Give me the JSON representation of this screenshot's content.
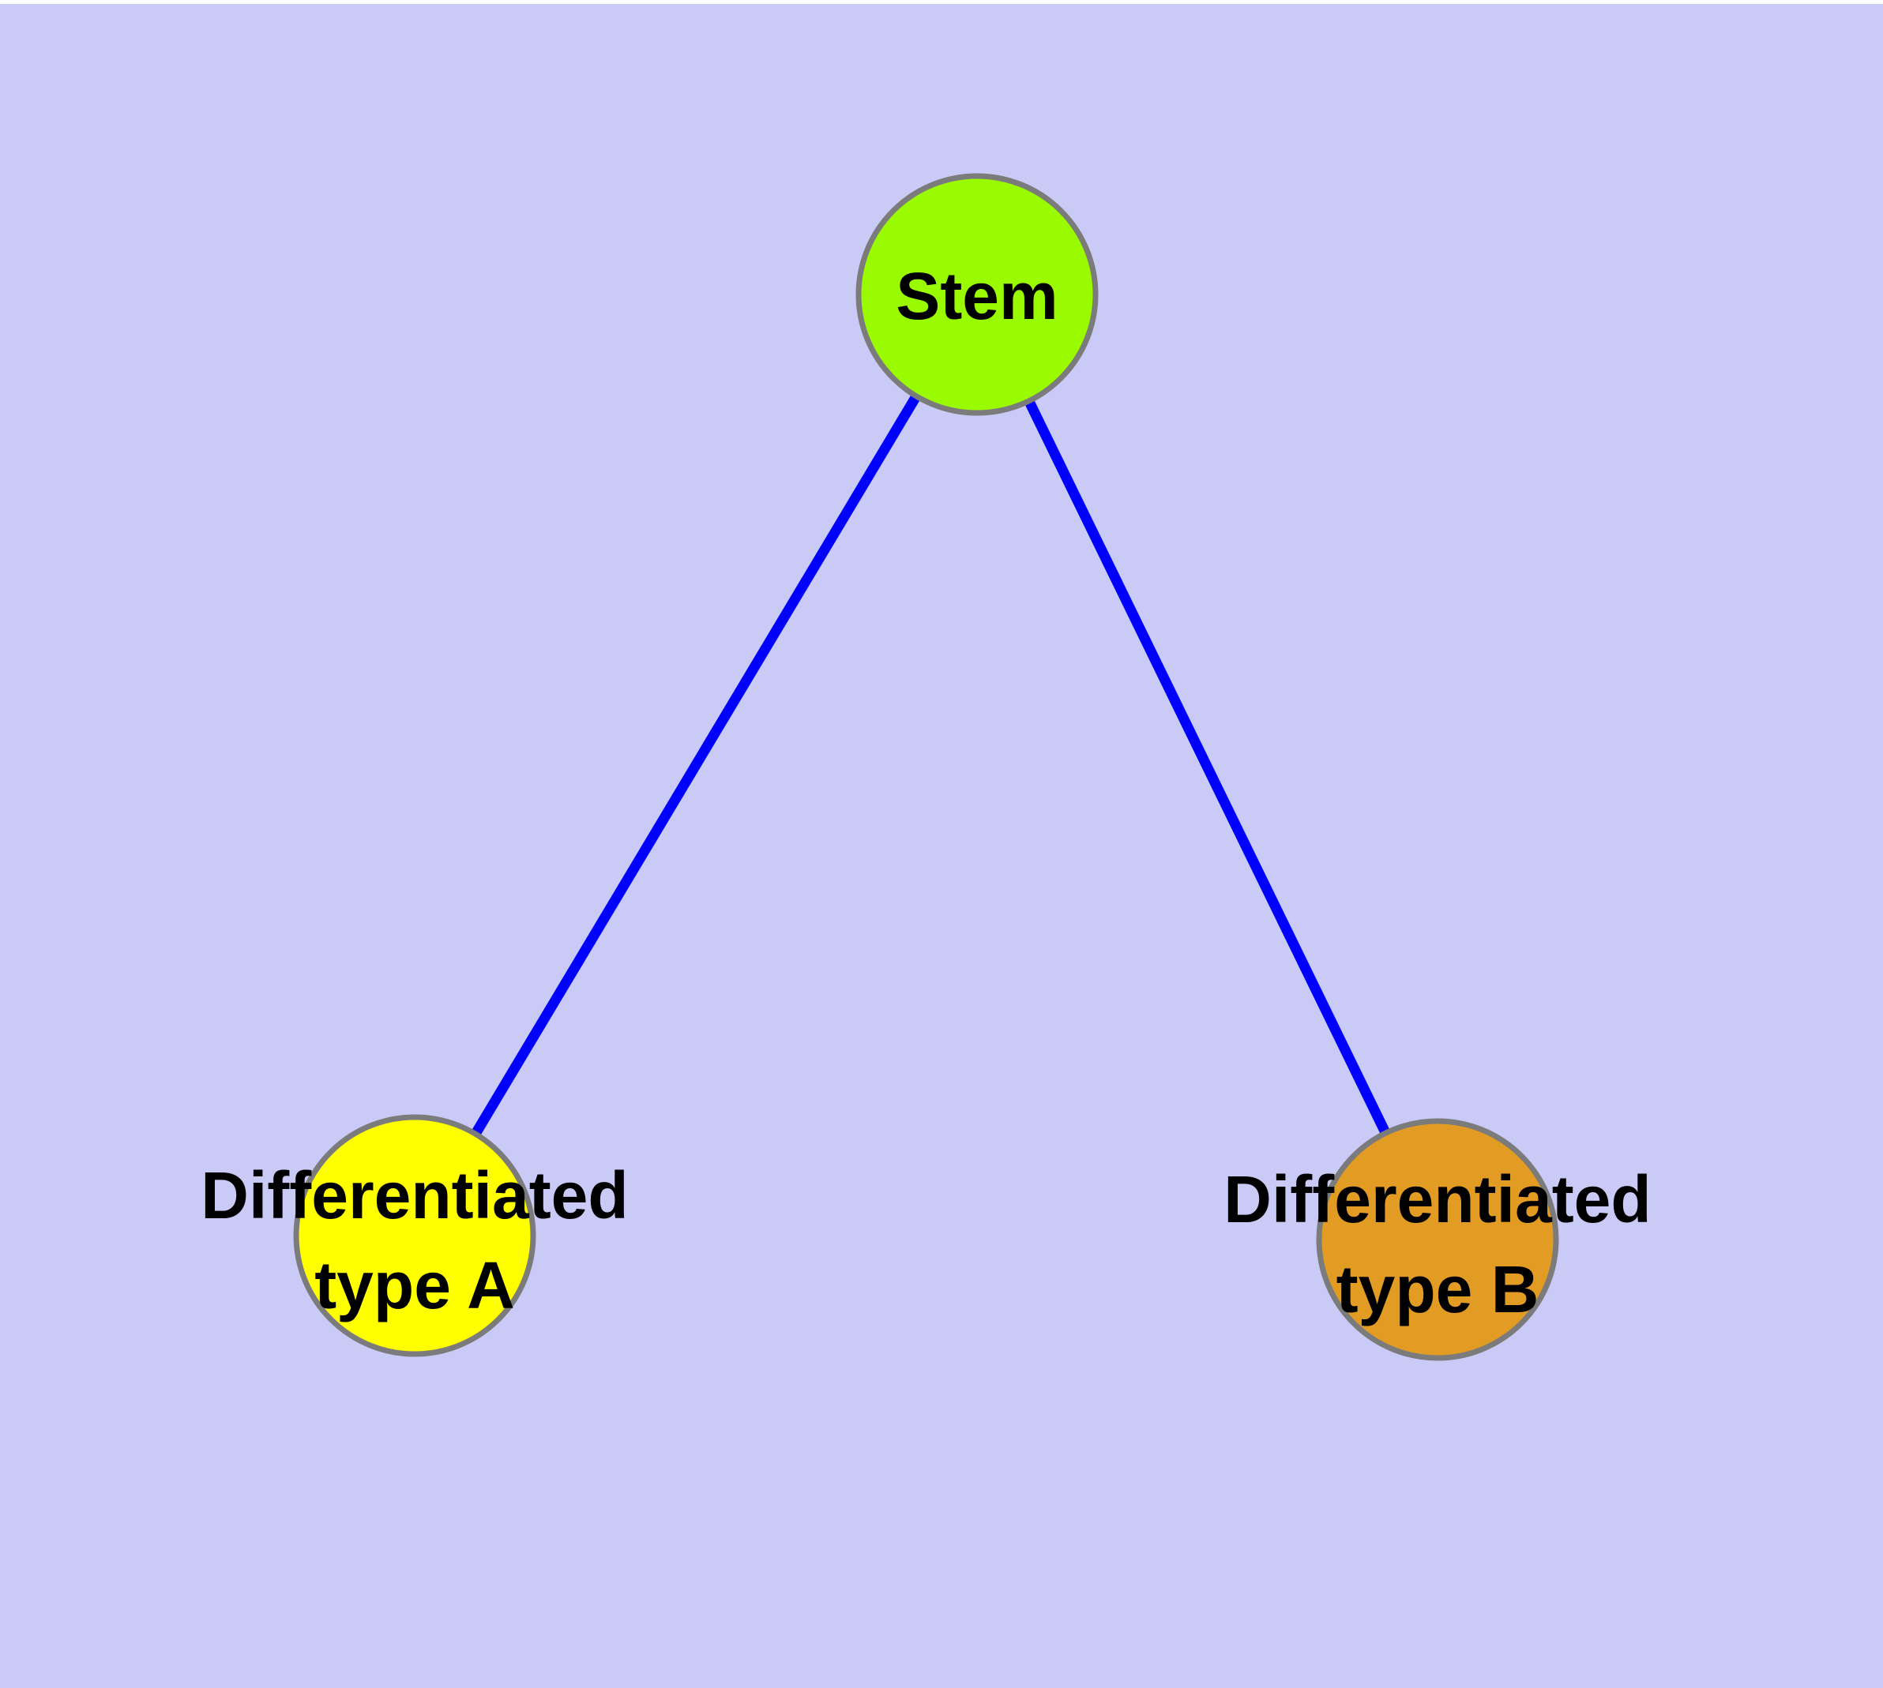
{
  "figure": {
    "background_color": "#cacaf7",
    "top_margin_color": "#ffffff"
  },
  "graph": {
    "node_border_color": "#7b7b7b",
    "edge_color": "#0000ff",
    "label_color": "#000000",
    "nodes": {
      "stem": {
        "label": "Stem",
        "fill": "#9afb00"
      },
      "type_a": {
        "label_line1": "Differentiated",
        "label_line2": "type A",
        "fill": "#ffff00"
      },
      "type_b": {
        "label_line1": "Differentiated",
        "label_line2": "type B",
        "fill": "#e39c23"
      }
    },
    "edges": [
      {
        "from": "Stem",
        "to": "Differentiated type A"
      },
      {
        "from": "Stem",
        "to": "Differentiated type B"
      }
    ]
  }
}
